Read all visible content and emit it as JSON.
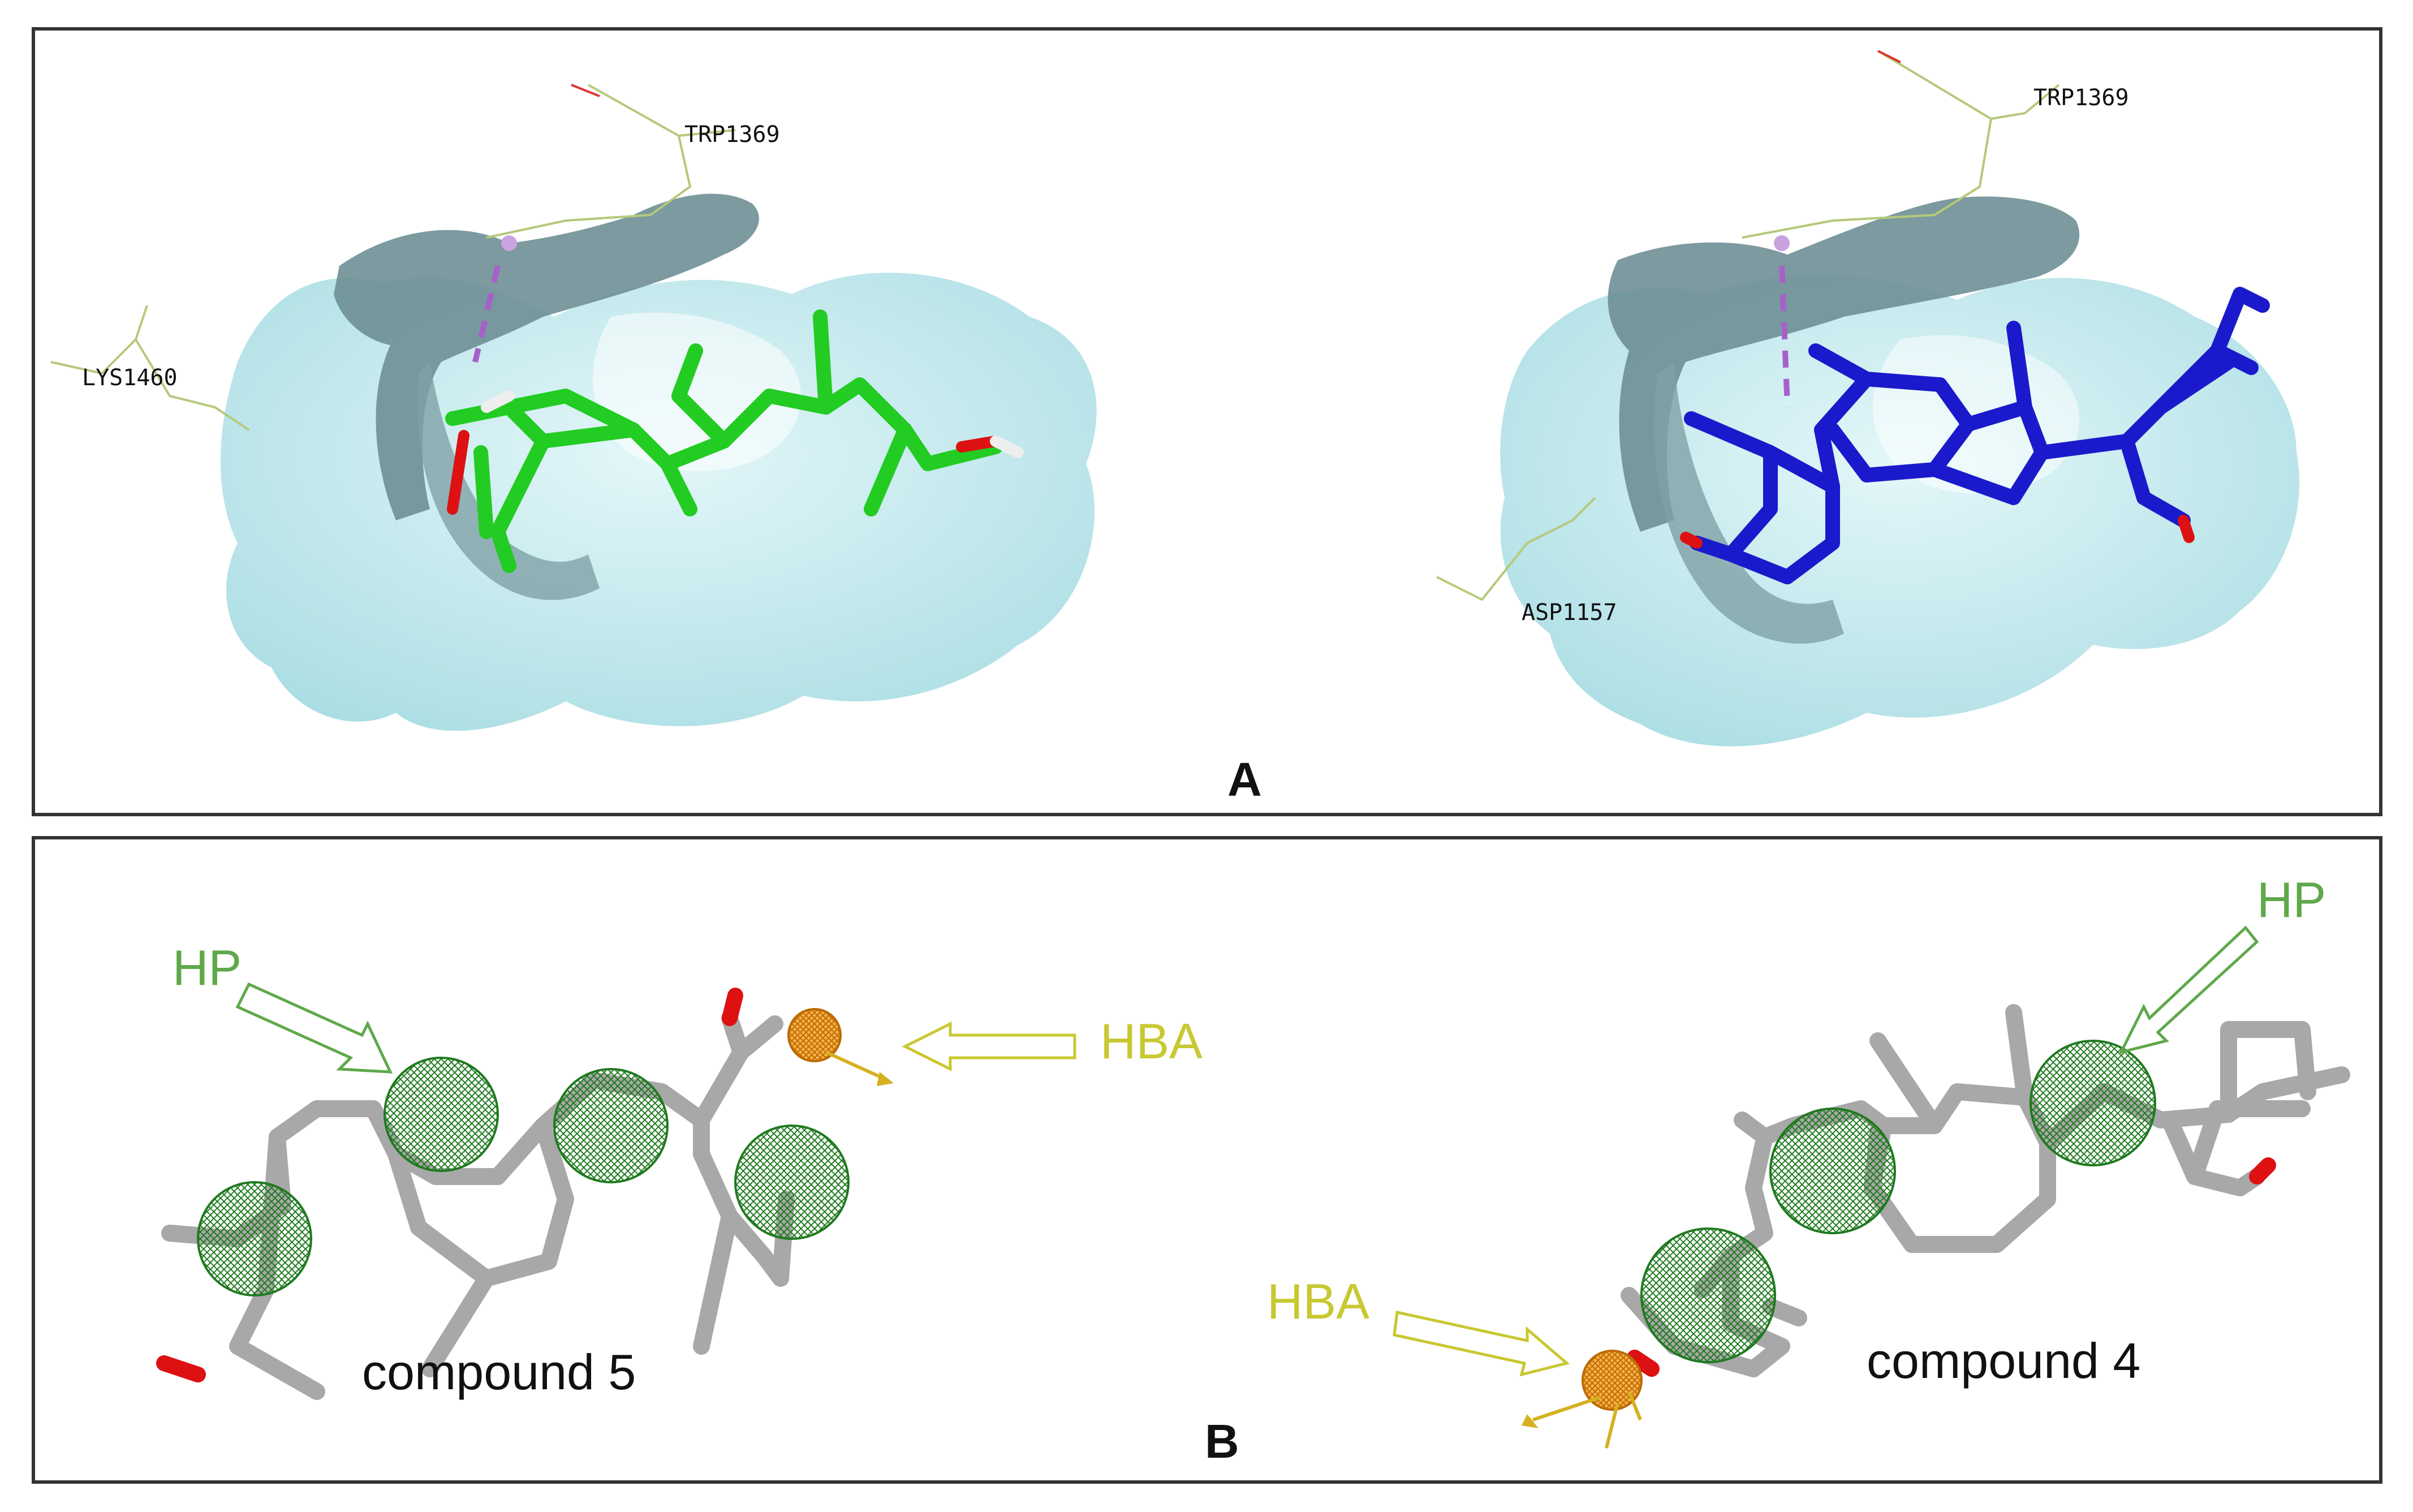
{
  "panels": {
    "a": {
      "letter": "A"
    },
    "b": {
      "letter": "B"
    }
  },
  "residues": {
    "left_trp": "TRP1369",
    "left_lys": "LYS1460",
    "right_trp": "TRP1369",
    "right_asp": "ASP1157"
  },
  "features": {
    "left_hp": "HP",
    "left_hba": "HBA",
    "right_hp": "HP",
    "right_hba": "HBA"
  },
  "compounds": {
    "left": "compound 5",
    "right": "compound 4"
  },
  "colors": {
    "surface": "#bfe9ee",
    "surface_dark": "#5f7f85",
    "ligand_left": "#22cc22",
    "ligand_right": "#1a1acc",
    "stick_gray": "#a8a8a8",
    "hp_green": "#5fa84a",
    "hba_yellow": "#c8c832",
    "sphere_green": "#1f7a1f",
    "sphere_orange": "#e8a020",
    "oxygen_red": "#dd1111"
  }
}
